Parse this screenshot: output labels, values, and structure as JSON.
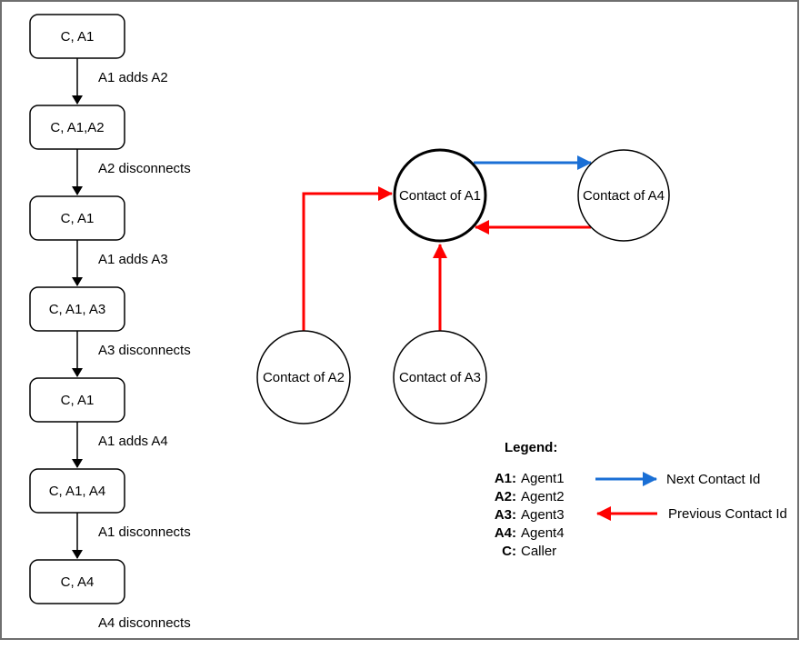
{
  "flow": {
    "steps": [
      "C, A1",
      "C, A1,A2",
      "C, A1",
      "C, A1, A3",
      "C, A1",
      "C, A1, A4",
      "C, A4"
    ],
    "transitions": [
      "A1 adds A2",
      "A2 disconnects",
      "A1 adds A3",
      "A3 disconnects",
      "A1 adds A4",
      "A1 disconnects",
      "A4 disconnects"
    ]
  },
  "graph": {
    "nodes": {
      "a1": "Contact of A1",
      "a4": "Contact of A4",
      "a2": "Contact of A2",
      "a3": "Contact of A3"
    }
  },
  "legend": {
    "title": "Legend:",
    "entries": [
      {
        "key": "A1:",
        "value": "Agent1"
      },
      {
        "key": "A2:",
        "value": "Agent2"
      },
      {
        "key": "A3:",
        "value": "Agent3"
      },
      {
        "key": "A4:",
        "value": "Agent4"
      },
      {
        "key": "C:",
        "value": "Caller"
      }
    ],
    "next_label": "Next Contact Id",
    "previous_label": "Previous Contact Id"
  },
  "colors": {
    "next": "#1A6FD5",
    "previous": "#FF0000"
  }
}
